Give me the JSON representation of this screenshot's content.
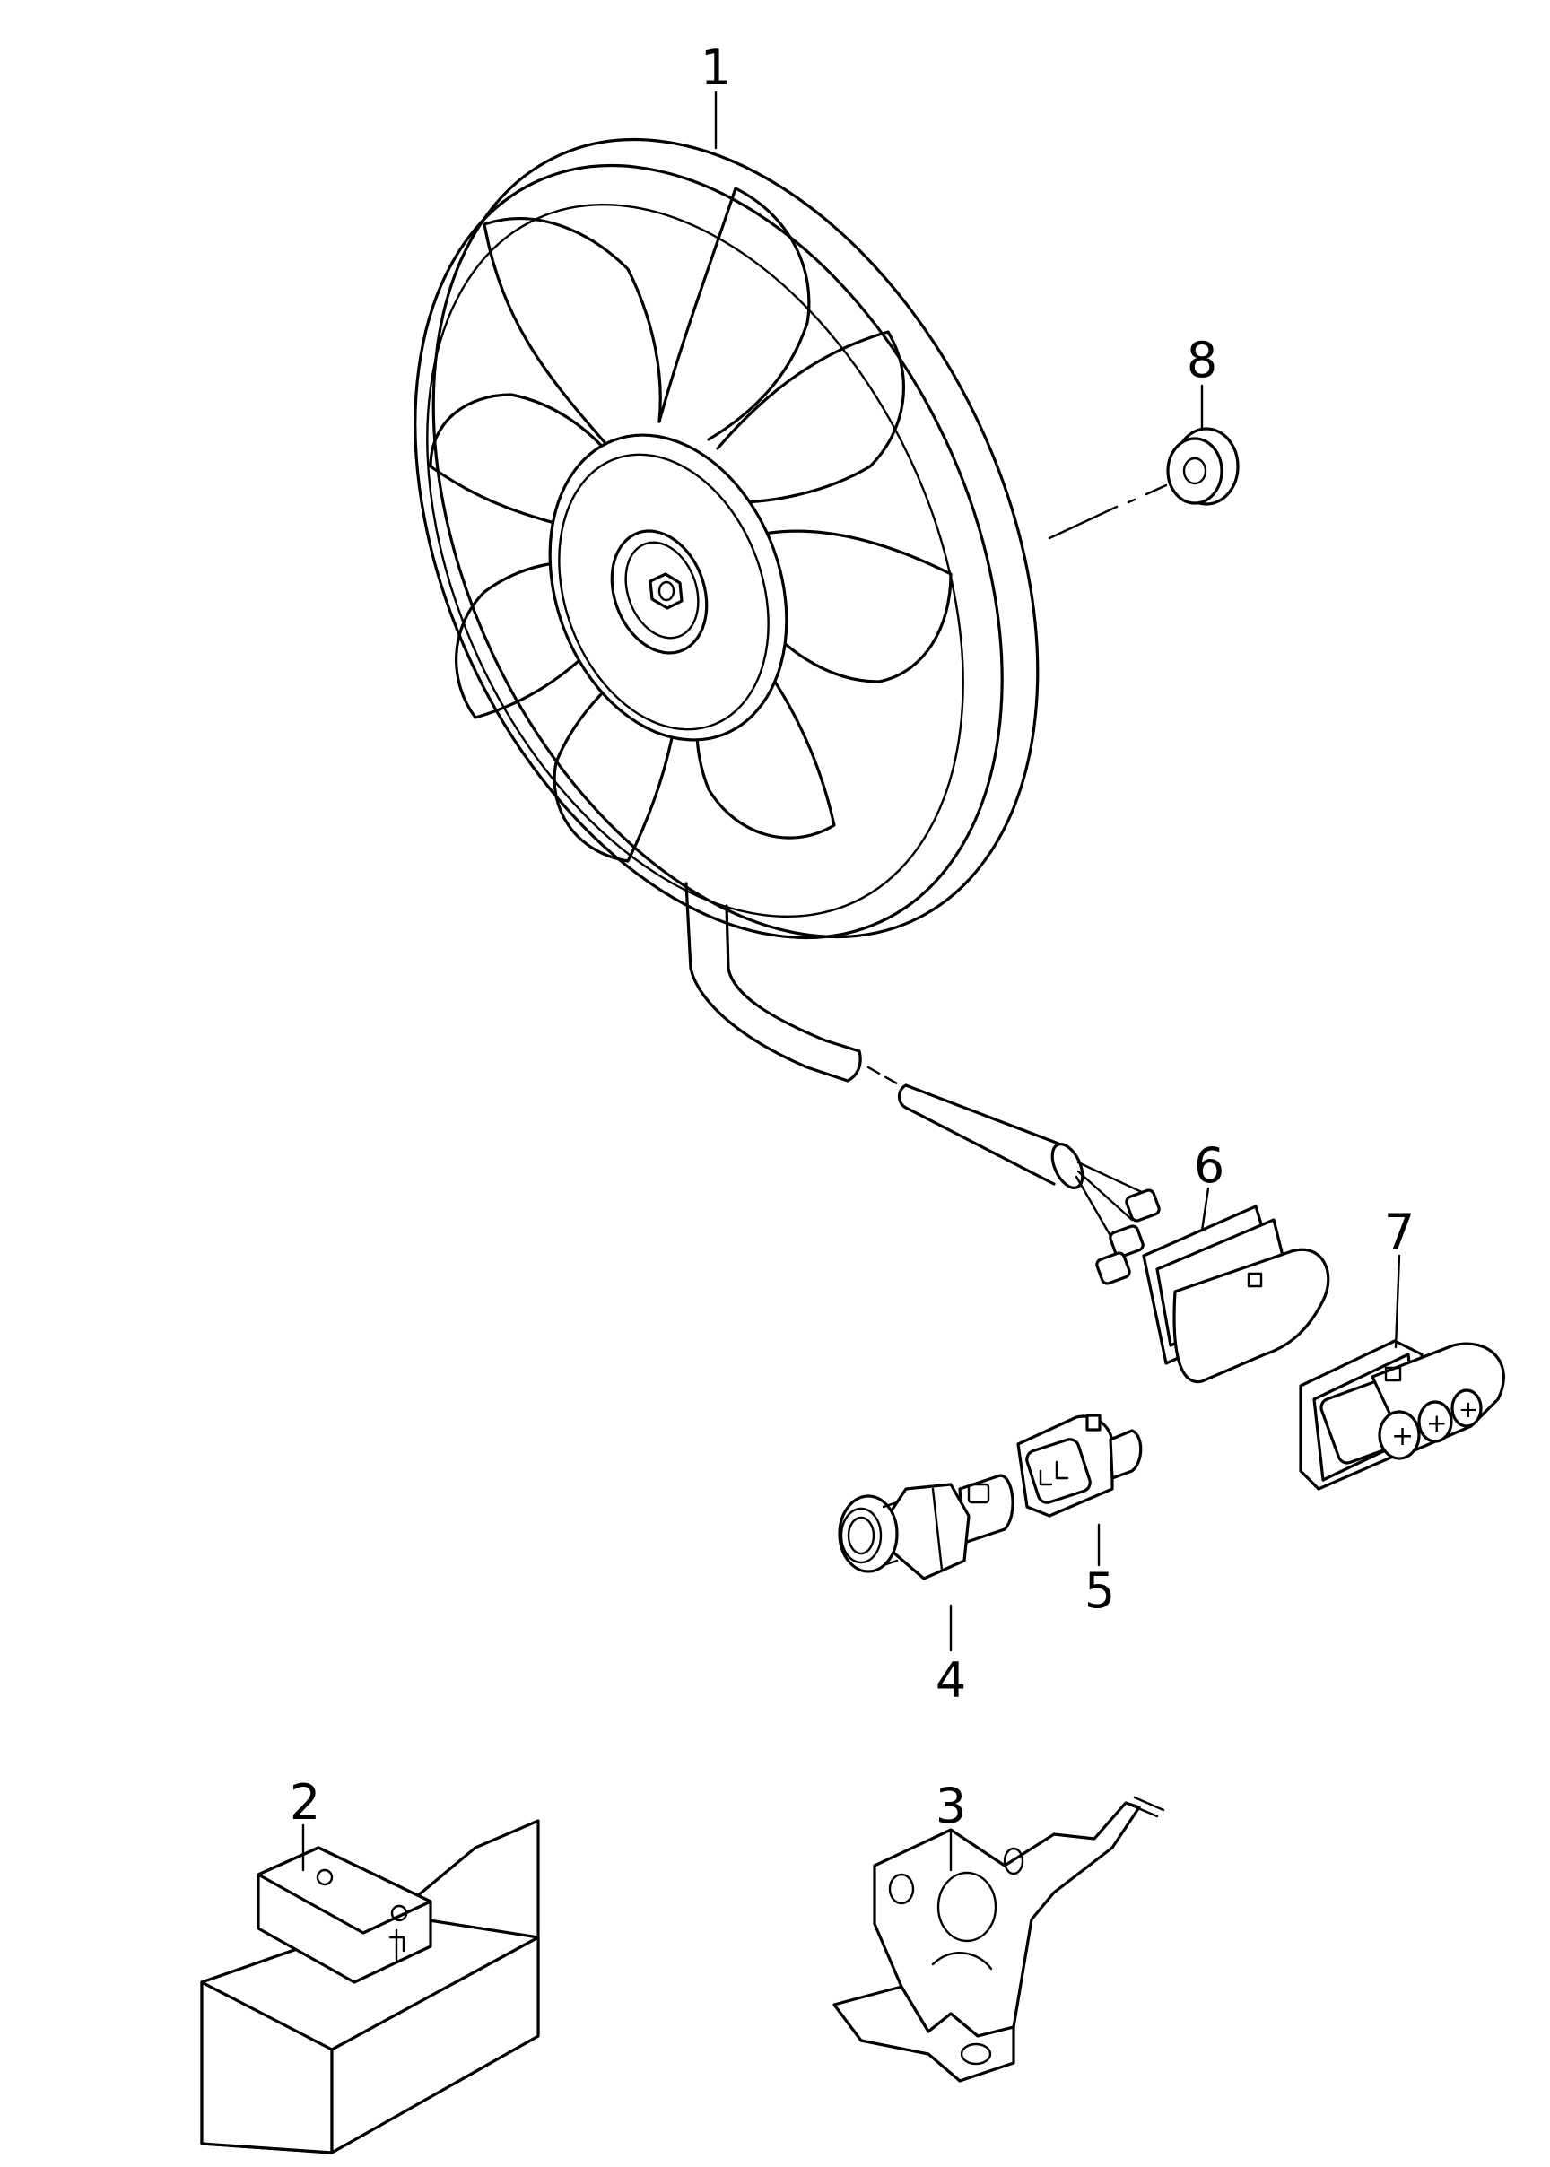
{
  "diagram": {
    "callouts": [
      {
        "id": "1",
        "label": "1",
        "part": "fan-assembly"
      },
      {
        "id": "2",
        "label": "2",
        "part": "control-unit"
      },
      {
        "id": "3",
        "label": "3",
        "part": "mounting-bracket"
      },
      {
        "id": "4",
        "label": "4",
        "part": "pressure-switch"
      },
      {
        "id": "5",
        "label": "5",
        "part": "connector-housing-2pin"
      },
      {
        "id": "6",
        "label": "6",
        "part": "fan-connector"
      },
      {
        "id": "7",
        "label": "7",
        "part": "connector-3pin"
      },
      {
        "id": "8",
        "label": "8",
        "part": "flange-nut"
      }
    ]
  }
}
